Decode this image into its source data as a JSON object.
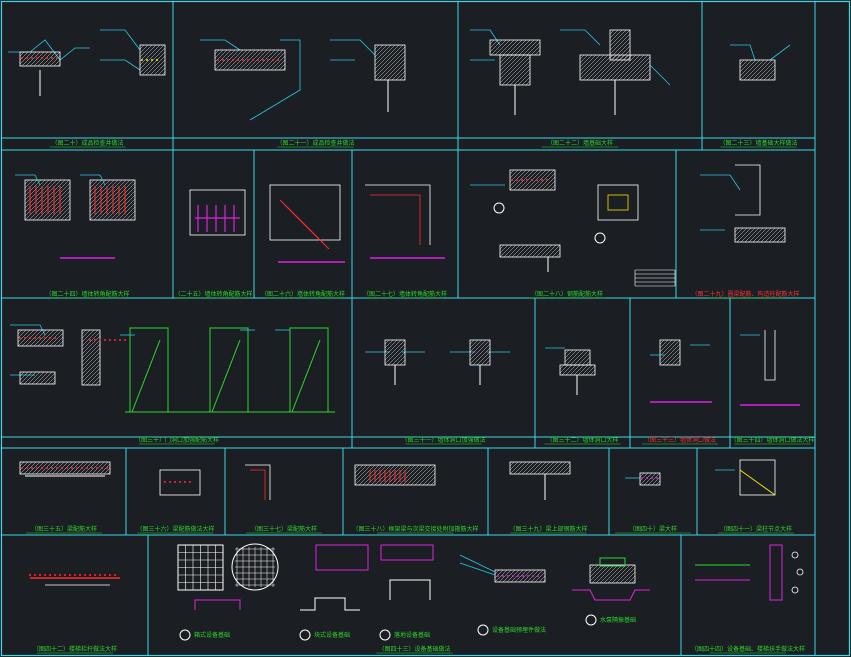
{
  "colors": {
    "background": "#1b1f24",
    "frame": "#3ad7e6",
    "title_green": "#2bd62b",
    "title_red": "#ff3030",
    "magenta": "#e020e0",
    "white": "#ffffff",
    "red": "#ff2a2a",
    "yellow": "#ffe000",
    "cyan": "#28c8e8"
  },
  "panels": [
    {
      "row": 0,
      "title": "（图二十）成品检查井做法"
    },
    {
      "row": 0,
      "title": "（图二十一）成品检查井做法"
    },
    {
      "row": 0,
      "title": "（图二十二）墙基础大样"
    },
    {
      "row": 0,
      "title": "（图二十三）墙基础大样做法"
    },
    {
      "row": 1,
      "title": "（图二十四）墙体转角配筋大样"
    },
    {
      "row": 1,
      "title": "（二十五）墙体转角配筋大样"
    },
    {
      "row": 1,
      "title": "（图二十六）墙体转角配筋大样"
    },
    {
      "row": 1,
      "title": "（图二十七）墙体转角配筋大样"
    },
    {
      "row": 1,
      "title": "（图二十八）钢筋配筋大样"
    },
    {
      "row": 1,
      "title": "（图二十九）圈梁配筋、构造柱配筋大样",
      "color": "red"
    },
    {
      "row": 2,
      "title": "（图三十）门洞口加强配筋大样"
    },
    {
      "row": 2,
      "title": "（图三十一）墙体洞口加强做法"
    },
    {
      "row": 2,
      "title": "（图三十二）墙体洞口大样"
    },
    {
      "row": 2,
      "title": "（图三十三）墙体洞口做法",
      "color": "red"
    },
    {
      "row": 2,
      "title": "（图三十四）墙体洞口做法大样"
    },
    {
      "row": 3,
      "title": "（图三十五）梁配筋大样"
    },
    {
      "row": 3,
      "title": "（图三十六）梁配筋做法大样"
    },
    {
      "row": 3,
      "title": "（图三十七）梁配筋大样"
    },
    {
      "row": 3,
      "title": "（图三十八）框架梁与次梁交接处附加箍筋大样"
    },
    {
      "row": 3,
      "title": "（图三十九）梁上部钢筋大样"
    },
    {
      "row": 3,
      "title": "（图四十）梁大样"
    },
    {
      "row": 3,
      "title": "（图四十一）梁柱节点大样"
    },
    {
      "row": 4,
      "title": "（图四十二）楼梯栏杆做法大样"
    },
    {
      "row": 4,
      "title": "（图四十三）设备基础做法"
    },
    {
      "row": 4,
      "title": "（图四十四）设备基础、楼梯扶手做法大样"
    }
  ],
  "row4_labels": [
    "箱式设备基础",
    "块式设备基础",
    "落地设备基础",
    "设备基础预埋件做法",
    "水泵隔振基础"
  ]
}
